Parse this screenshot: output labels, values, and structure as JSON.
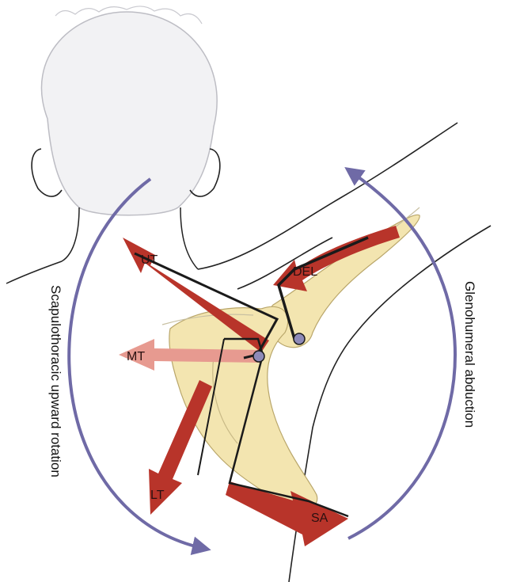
{
  "labels": {
    "left_caption": "Scapulothoracic upward rotation",
    "right_caption": "Glenohumeral abduction"
  },
  "muscles": [
    {
      "id": "ut",
      "label": "UT",
      "color": "#b8342a"
    },
    {
      "id": "del",
      "label": "DEL",
      "color": "#b8342a"
    },
    {
      "id": "mt",
      "label": "MT",
      "color": "#e79a90"
    },
    {
      "id": "lt",
      "label": "LT",
      "color": "#b8342a"
    },
    {
      "id": "sa",
      "label": "SA",
      "color": "#b8342a"
    }
  ],
  "colors": {
    "bone": "#f3e5b0",
    "bone_outline": "#b9a66a",
    "head": "#f2f2f4",
    "rotation_arc": "#6f6aa6",
    "joint": "#8e8ab8",
    "outline": "#1a1a1a"
  }
}
